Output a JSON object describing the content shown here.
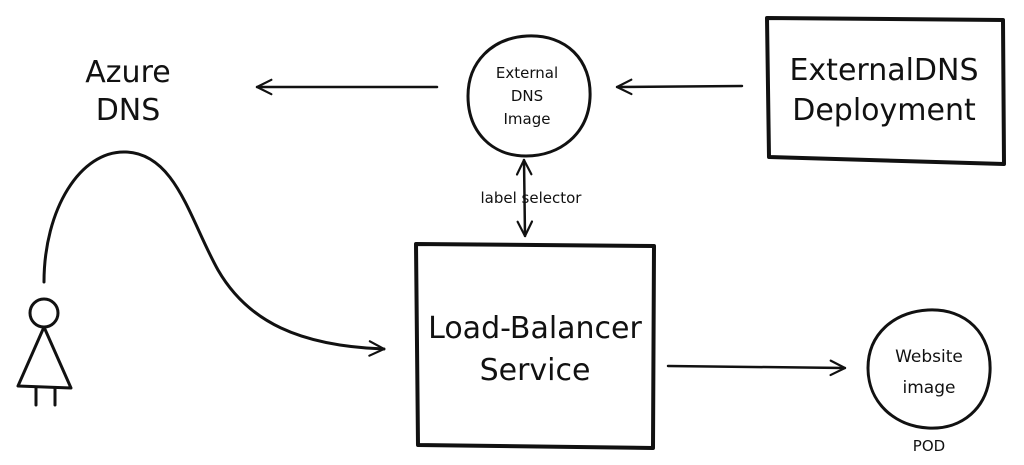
{
  "azure_dns": {
    "line1": "Azure",
    "line2": "DNS"
  },
  "external_dns_image": {
    "line1": "External",
    "line2": "DNS",
    "line3": "Image"
  },
  "external_dns_deployment": {
    "line1": "ExternalDNS",
    "line2": "Deployment"
  },
  "label_selector": "label selector",
  "load_balancer": {
    "line1": "Load-Balancer",
    "line2": "Service"
  },
  "website_image": {
    "line1": "Website",
    "line2": "image"
  },
  "pod_label": "POD"
}
